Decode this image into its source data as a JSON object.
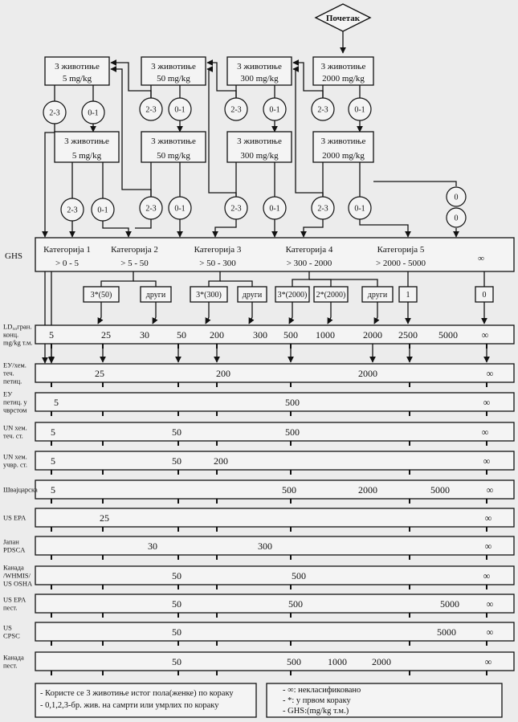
{
  "start_label": "Почетак",
  "step1_boxes": [
    {
      "line1": "3 животиње",
      "line2": "5 mg/kg"
    },
    {
      "line1": "3 животиње",
      "line2": "50 mg/kg"
    },
    {
      "line1": "3 животиње",
      "line2": "300 mg/kg"
    },
    {
      "line1": "3 животиње",
      "line2": "2000 mg/kg"
    }
  ],
  "step2_boxes": [
    {
      "line1": "3 животиње",
      "line2": "5 mg/kg"
    },
    {
      "line1": "3 животиње",
      "line2": "50 mg/kg"
    },
    {
      "line1": "3 животиње",
      "line2": "300 mg/kg"
    },
    {
      "line1": "3 животиње",
      "line2": "2000 mg/kg"
    }
  ],
  "outcome_23": "2-3",
  "outcome_01": "0-1",
  "outcome_0": "0",
  "ghs_label": "GHS",
  "ghs_categories": [
    {
      "name": "Категорија 1",
      "range": "> 0 - 5"
    },
    {
      "name": "Категорија 2",
      "range": "> 5 - 50"
    },
    {
      "name": "Категорија 3",
      "range": "> 50 - 300"
    },
    {
      "name": "Категорија 4",
      "range": "> 300 - 2000"
    },
    {
      "name": "Категорија 5",
      "range": "> 2000 - 5000"
    },
    {
      "name": "",
      "range": "∞"
    }
  ],
  "sub_boxes": [
    "3*(50)",
    "други",
    "3*(300)",
    "други",
    "3*(2000)",
    "2*(2000)",
    "други",
    "1",
    "0"
  ],
  "row_labels": [
    {
      "l1": "LD₅₀гран.",
      "l2": "конц.",
      "l3": "mg/kg т.м."
    },
    {
      "l1": "ЕУ/хем.",
      "l2": "теч.",
      "l3": "петиц."
    },
    {
      "l1": "ЕУ",
      "l2": "петиц. у",
      "l3": "чврстом"
    },
    {
      "l1": "UN хем.",
      "l2": "теч. ст.",
      "l3": ""
    },
    {
      "l1": "UN хем.",
      "l2": "учвр. ст.",
      "l3": ""
    },
    {
      "l1": "Швајцарска",
      "l2": "",
      "l3": ""
    },
    {
      "l1": "US EPA",
      "l2": "",
      "l3": ""
    },
    {
      "l1": "Јапан",
      "l2": "PDSCA",
      "l3": ""
    },
    {
      "l1": "Канада",
      "l2": "/WHMIS/",
      "l3": "US OSHA"
    },
    {
      "l1": "US EPA",
      "l2": "пест.",
      "l3": ""
    },
    {
      "l1": "US",
      "l2": "CPSC",
      "l3": ""
    },
    {
      "l1": "Канада",
      "l2": "пест.",
      "l3": ""
    }
  ],
  "row_values": [
    [
      "5",
      "25",
      "30",
      "50",
      "200",
      "300",
      "500",
      "1000",
      "2000",
      "2500",
      "5000",
      "∞"
    ],
    [
      "25",
      "200",
      "2000",
      "∞"
    ],
    [
      "5",
      "500",
      "∞"
    ],
    [
      "5",
      "50",
      "500",
      "∞"
    ],
    [
      "5",
      "50",
      "200",
      "∞"
    ],
    [
      "5",
      "500",
      "2000",
      "5000",
      "∞"
    ],
    [
      "25",
      "∞"
    ],
    [
      "30",
      "300",
      "∞"
    ],
    [
      "50",
      "500",
      "∞"
    ],
    [
      "50",
      "500",
      "5000",
      "∞"
    ],
    [
      "50",
      "5000",
      "∞"
    ],
    [
      "50",
      "500",
      "1000",
      "2000",
      "∞"
    ]
  ],
  "legend_left": [
    "- Користе се 3 животиње истог пола(женке) по кораку",
    "- 0,1,2,3-бр. жив. на самрти или умрлих по кораку"
  ],
  "legend_right": [
    "-      ∞: некласификовано",
    "-      *: у првом кораку",
    "-      GHS:(mg/kg т.м.)"
  ]
}
